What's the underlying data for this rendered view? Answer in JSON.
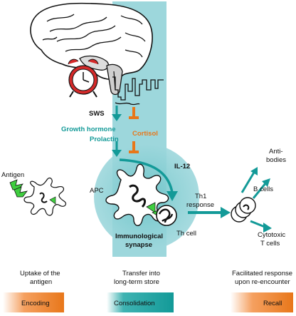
{
  "labels": {
    "sws": "SWS",
    "growth_hormone": "Growth hormone",
    "prolactin": "Prolactin",
    "cortisol": "Cortisol",
    "antigen": "Antigen",
    "apc": "APC",
    "il12": "IL-12",
    "th1_line1": "Th1",
    "th1_line2": "response",
    "synapse_line1": "Immunological",
    "synapse_line2": "synapse",
    "th_cell": "Th cell",
    "antibodies_line1": "Anti-",
    "antibodies_line2": "bodies",
    "b_cells": "B cells",
    "cytotoxic_line1": "Cytotoxic",
    "cytotoxic_line2": "T cells"
  },
  "stages": [
    {
      "desc1": "Uptake of the",
      "desc2": "antigen",
      "label": "Encoding"
    },
    {
      "desc1": "Transfer into",
      "desc2": "long-term store",
      "label": "Consolidation"
    },
    {
      "desc1": "Facilitated response",
      "desc2": "upon re-encounter",
      "label": "Recall"
    }
  ],
  "colors": {
    "teal": "#139a98",
    "band": "#9dd7dc",
    "orange": "#e8771a",
    "clock_red": "#d42a2a",
    "green": "#3fce3f"
  },
  "icons": [
    "brain-icon",
    "alarm-clock-icon",
    "hypnogram-icon",
    "antigen-icon",
    "apc-cell-icon",
    "th-cell-icon",
    "b-cell-icon"
  ]
}
